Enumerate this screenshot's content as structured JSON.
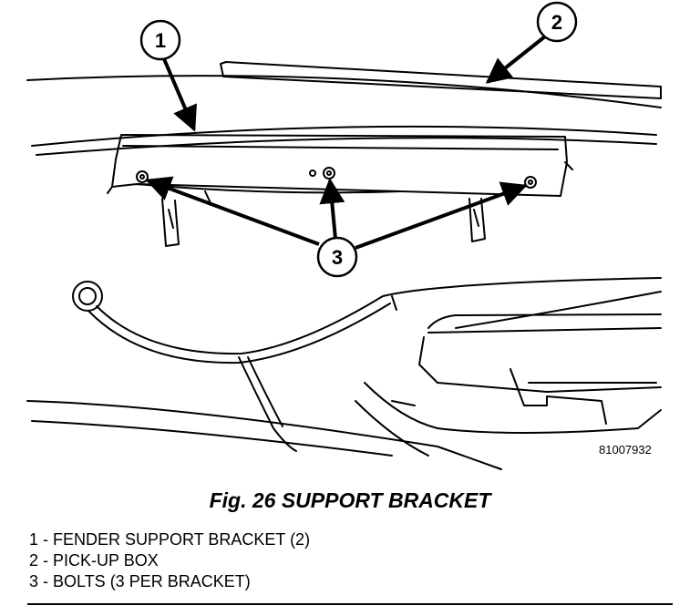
{
  "figure": {
    "id_code": "81007932",
    "callouts": [
      "1",
      "2",
      "3"
    ]
  },
  "caption": "Fig. 26 SUPPORT BRACKET",
  "legend": [
    "1 - FENDER SUPPORT BRACKET (2)",
    "2 - PICK-UP BOX",
    "3 - BOLTS (3 PER BRACKET)"
  ]
}
